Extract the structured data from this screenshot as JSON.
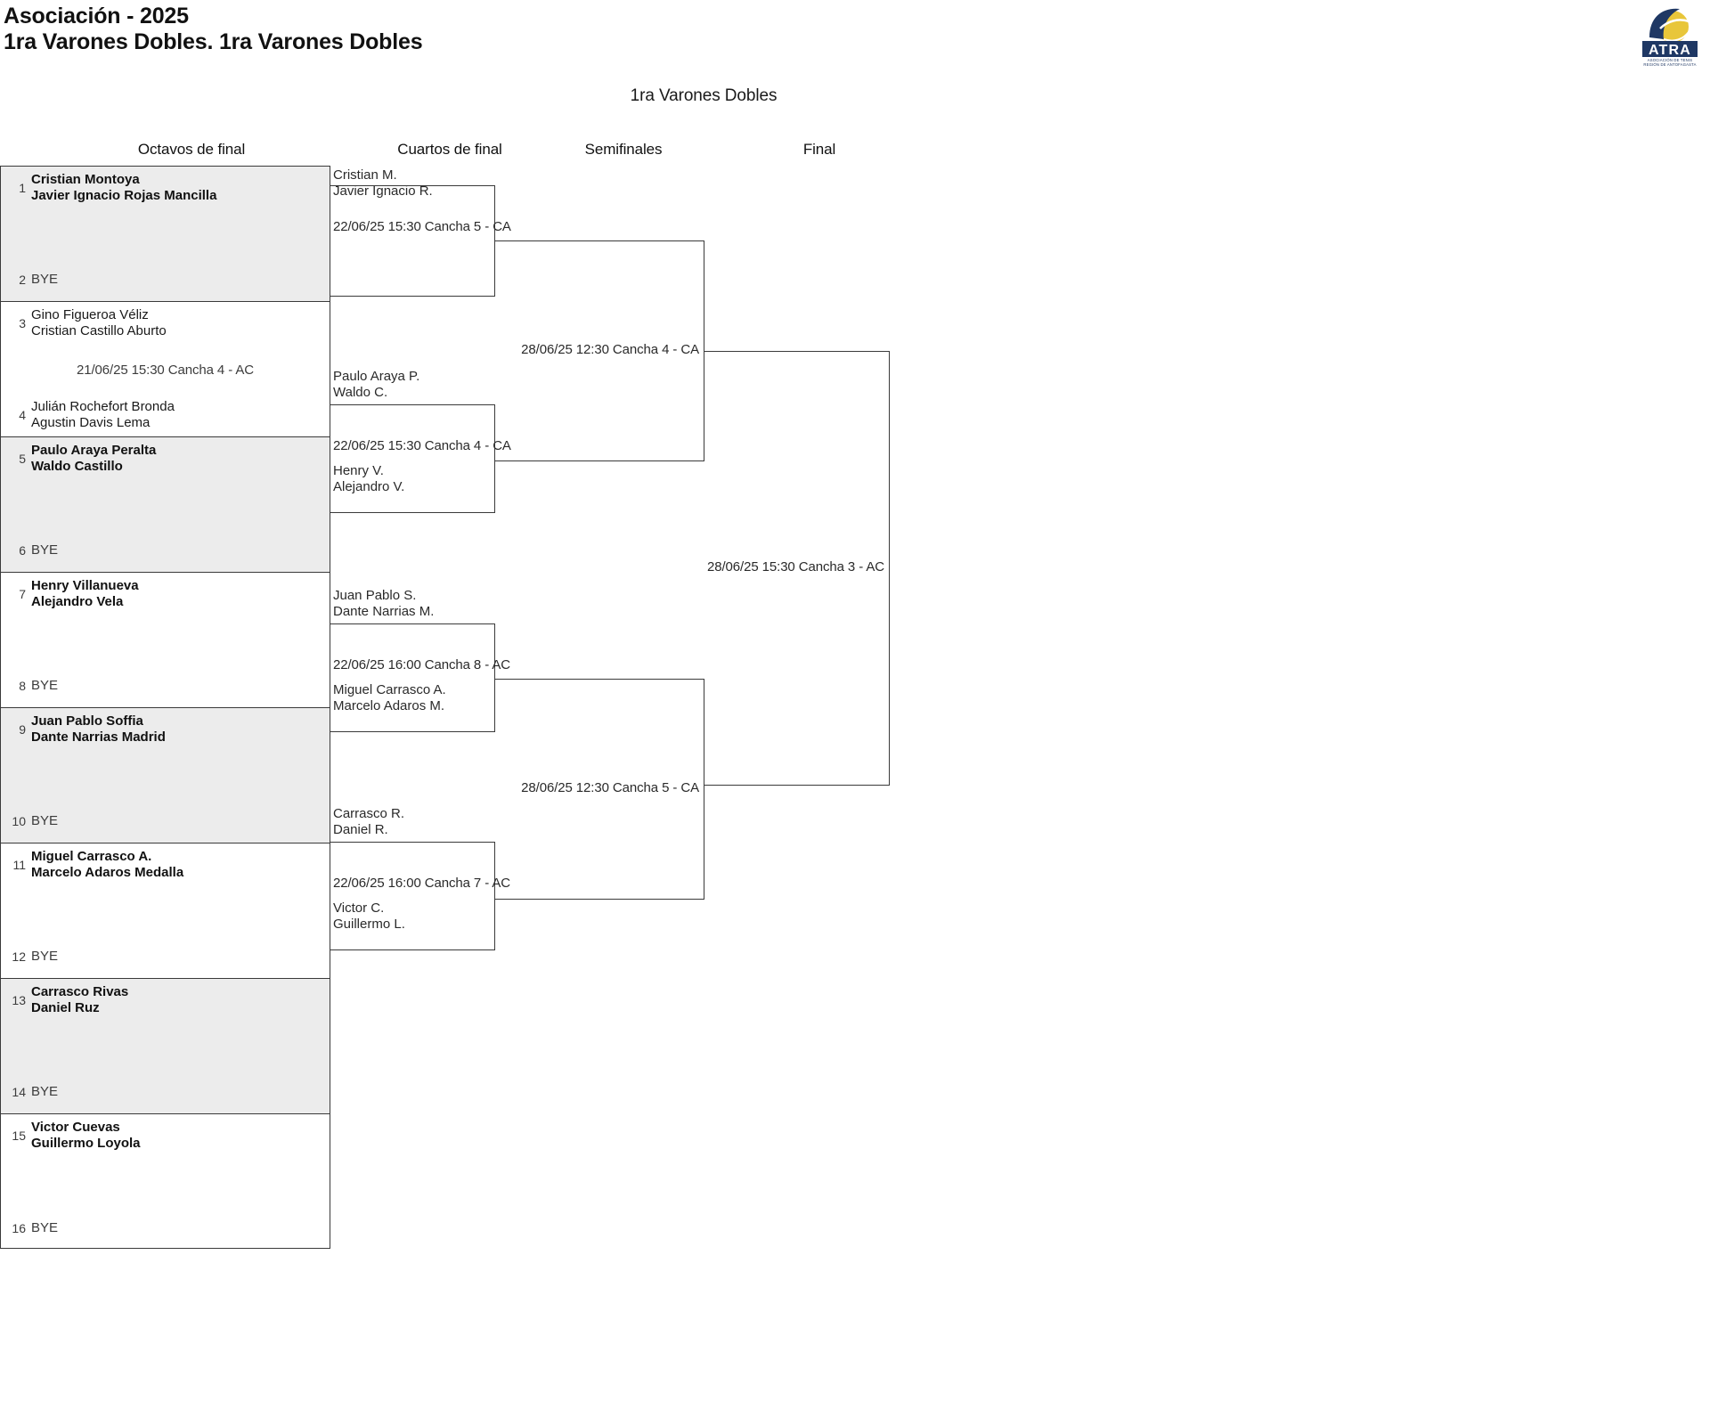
{
  "header": {
    "title_line1": "Asociación - 2025",
    "title_line2": "1ra Varones Dobles. 1ra Varones Dobles",
    "event_name": "1ra Varones Dobles",
    "logo_text_main": "ATRA",
    "logo_text_sub1": "ASOCIACIÓN DE TENIS",
    "logo_text_sub2": "REGIÓN DE ANTOFAGASTA",
    "logo_navy": "#1f3864",
    "logo_ball": "#e8c63a"
  },
  "rounds": {
    "r16": "Octavos de final",
    "qf": "Cuartos de final",
    "sf": "Semifinales",
    "final": "Final"
  },
  "bracket": {
    "r16_pairs": [
      {
        "shaded": true,
        "match": "",
        "top": {
          "seed": "1",
          "winner": true,
          "bye": false,
          "p1": "Cristian Montoya",
          "p2": "Javier Ignacio Rojas Mancilla"
        },
        "bottom": {
          "seed": "2",
          "winner": false,
          "bye": true,
          "p1": "BYE",
          "p2": ""
        }
      },
      {
        "shaded": false,
        "match": "21/06/25 15:30 Cancha 4 - AC",
        "top": {
          "seed": "3",
          "winner": false,
          "bye": false,
          "p1": "Gino Figueroa Véliz",
          "p2": "Cristian Castillo Aburto"
        },
        "bottom": {
          "seed": "4",
          "winner": false,
          "bye": false,
          "p1": "Julián Rochefort Bronda",
          "p2": "Agustin Davis Lema"
        }
      },
      {
        "shaded": true,
        "match": "",
        "top": {
          "seed": "5",
          "winner": true,
          "bye": false,
          "p1": "Paulo Araya Peralta",
          "p2": "Waldo Castillo"
        },
        "bottom": {
          "seed": "6",
          "winner": false,
          "bye": true,
          "p1": "BYE",
          "p2": ""
        }
      },
      {
        "shaded": false,
        "match": "",
        "top": {
          "seed": "7",
          "winner": true,
          "bye": false,
          "p1": "Henry Villanueva",
          "p2": "Alejandro Vela"
        },
        "bottom": {
          "seed": "8",
          "winner": false,
          "bye": true,
          "p1": "BYE",
          "p2": ""
        }
      },
      {
        "shaded": true,
        "match": "",
        "top": {
          "seed": "9",
          "winner": true,
          "bye": false,
          "p1": "Juan Pablo Soffia",
          "p2": "Dante Narrias Madrid"
        },
        "bottom": {
          "seed": "10",
          "winner": false,
          "bye": true,
          "p1": "BYE",
          "p2": ""
        }
      },
      {
        "shaded": false,
        "match": "",
        "top": {
          "seed": "11",
          "winner": true,
          "bye": false,
          "p1": "Miguel Carrasco A.",
          "p2": "Marcelo Adaros Medalla"
        },
        "bottom": {
          "seed": "12",
          "winner": false,
          "bye": true,
          "p1": "BYE",
          "p2": ""
        }
      },
      {
        "shaded": true,
        "match": "",
        "top": {
          "seed": "13",
          "winner": true,
          "bye": false,
          "p1": "Carrasco Rivas",
          "p2": "Daniel Ruz"
        },
        "bottom": {
          "seed": "14",
          "winner": false,
          "bye": true,
          "p1": "BYE",
          "p2": ""
        }
      },
      {
        "shaded": false,
        "match": "",
        "top": {
          "seed": "15",
          "winner": true,
          "bye": false,
          "p1": "Victor Cuevas",
          "p2": "Guillermo Loyola"
        },
        "bottom": {
          "seed": "16",
          "winner": false,
          "bye": true,
          "p1": "BYE",
          "p2": ""
        }
      }
    ],
    "qf": [
      {
        "top_p1": "Cristian M.",
        "top_p2": "Javier Ignacio R.",
        "bottom_p1": "",
        "bottom_p2": "",
        "match": "22/06/25 15:30 Cancha 5 - CA"
      },
      {
        "top_p1": "Paulo Araya P.",
        "top_p2": "Waldo C.",
        "bottom_p1": "Henry V.",
        "bottom_p2": "Alejandro V.",
        "match": "22/06/25 15:30 Cancha 4 - CA"
      },
      {
        "top_p1": "Juan Pablo S.",
        "top_p2": "Dante Narrias M.",
        "bottom_p1": "Miguel Carrasco A.",
        "bottom_p2": "Marcelo Adaros M.",
        "match": "22/06/25 16:00 Cancha 8 - AC"
      },
      {
        "top_p1": "Carrasco R.",
        "top_p2": "Daniel R.",
        "bottom_p1": "Victor C.",
        "bottom_p2": "Guillermo L.",
        "match": "22/06/25 16:00 Cancha 7 - AC"
      }
    ],
    "sf": [
      {
        "match": "28/06/25 12:30 Cancha 4 - CA"
      },
      {
        "match": "28/06/25 12:30 Cancha 5 - CA"
      }
    ],
    "final": {
      "match": "28/06/25 15:30 Cancha 3 - AC"
    }
  }
}
